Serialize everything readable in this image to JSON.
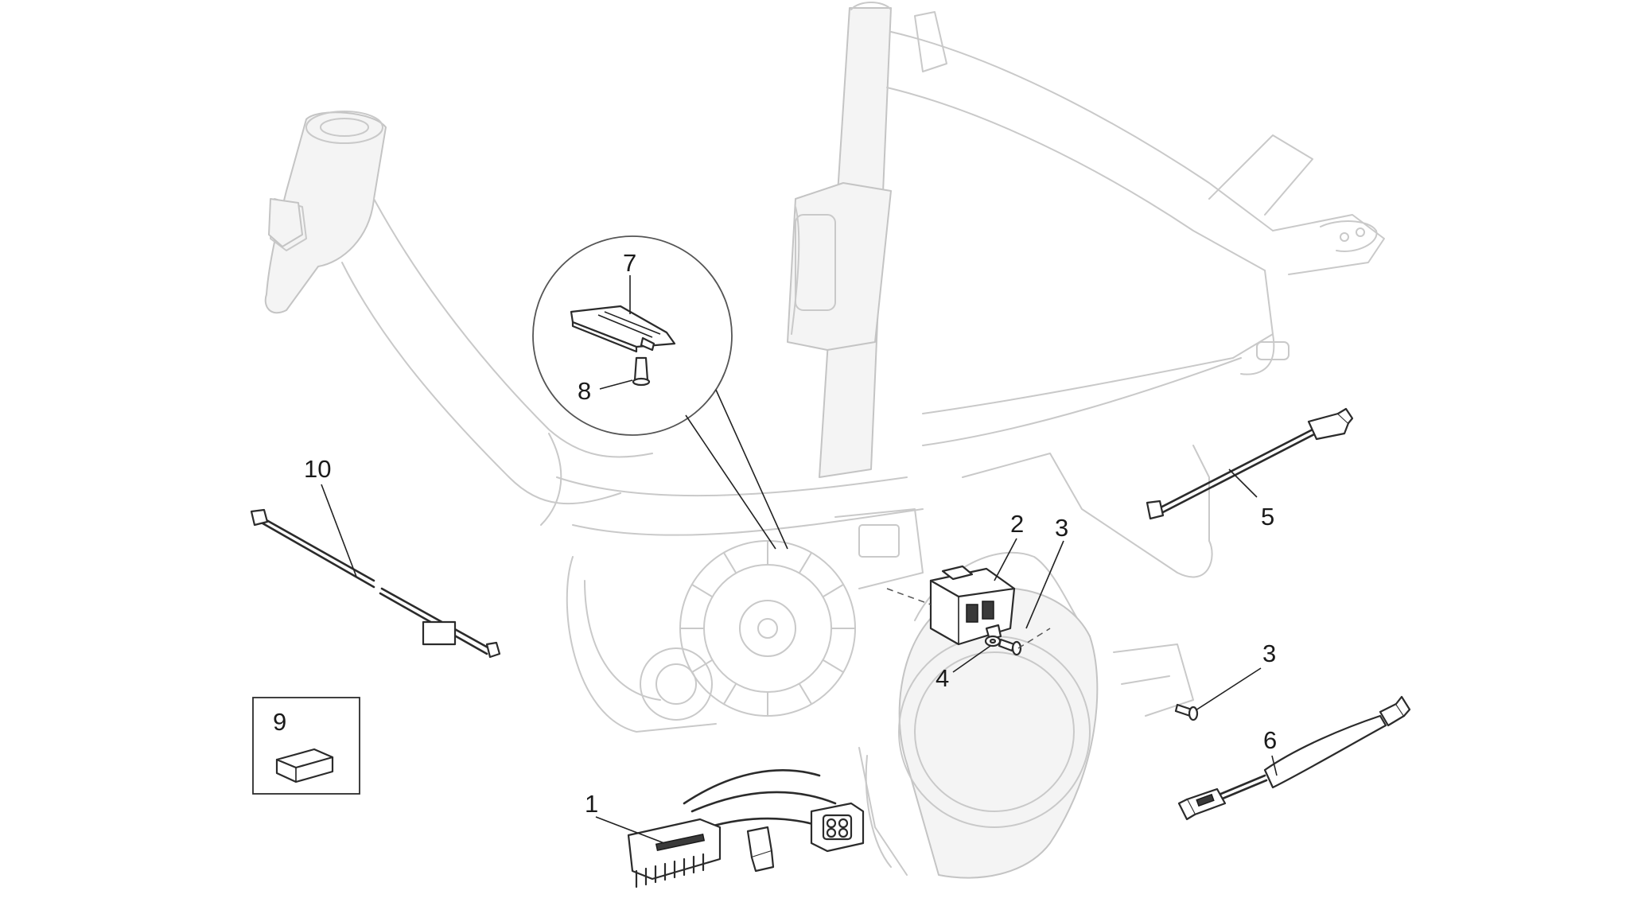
{
  "callouts": {
    "c1": "1",
    "c2": "2",
    "c3a": "3",
    "c3b": "3",
    "c4": "4",
    "c5": "5",
    "c6": "6",
    "c7": "7",
    "c8": "8",
    "c9": "9",
    "c10": "10"
  }
}
